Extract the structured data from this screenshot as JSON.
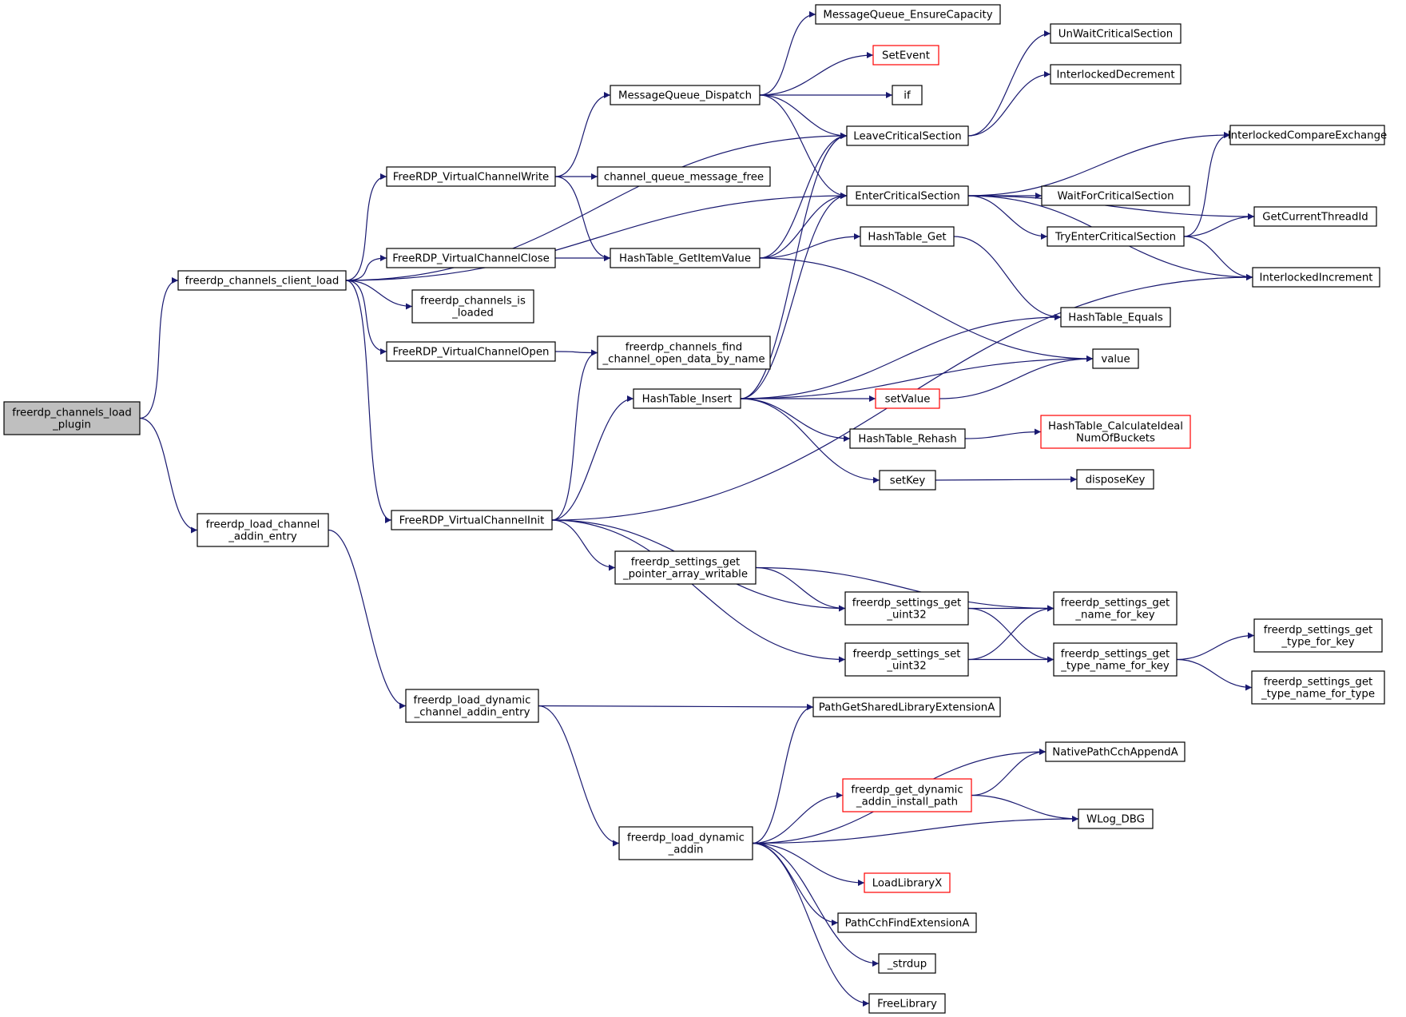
{
  "nodes": [
    {
      "id": "n1",
      "label": [
        "freerdp_channels_load",
        "_plugin"
      ],
      "style": "root"
    },
    {
      "id": "n2",
      "label": [
        "freerdp_channels_client_load"
      ],
      "style": "normal"
    },
    {
      "id": "n3",
      "label": [
        "freerdp_load_channel",
        "_addin_entry"
      ],
      "style": "normal"
    },
    {
      "id": "n4",
      "label": [
        "FreeRDP_VirtualChannelWrite"
      ],
      "style": "normal"
    },
    {
      "id": "n5",
      "label": [
        "FreeRDP_VirtualChannelClose"
      ],
      "style": "normal"
    },
    {
      "id": "n6",
      "label": [
        "freerdp_channels_is",
        "_loaded"
      ],
      "style": "normal"
    },
    {
      "id": "n7",
      "label": [
        "FreeRDP_VirtualChannelOpen"
      ],
      "style": "normal"
    },
    {
      "id": "n8",
      "label": [
        "FreeRDP_VirtualChannelInit"
      ],
      "style": "normal"
    },
    {
      "id": "n9",
      "label": [
        "freerdp_load_dynamic",
        "_channel_addin_entry"
      ],
      "style": "normal"
    },
    {
      "id": "n10",
      "label": [
        "MessageQueue_Dispatch"
      ],
      "style": "normal"
    },
    {
      "id": "n11",
      "label": [
        "channel_queue_message_free"
      ],
      "style": "normal"
    },
    {
      "id": "n12",
      "label": [
        "HashTable_GetItemValue"
      ],
      "style": "normal"
    },
    {
      "id": "n13",
      "label": [
        "freerdp_channels_find",
        "_channel_open_data_by_name"
      ],
      "style": "normal"
    },
    {
      "id": "n14",
      "label": [
        "HashTable_Insert"
      ],
      "style": "normal"
    },
    {
      "id": "n15",
      "label": [
        "freerdp_settings_get",
        "_pointer_array_writable"
      ],
      "style": "normal"
    },
    {
      "id": "n16",
      "label": [
        "freerdp_settings_get",
        "_uint32"
      ],
      "style": "normal"
    },
    {
      "id": "n17",
      "label": [
        "freerdp_settings_set",
        "_uint32"
      ],
      "style": "normal"
    },
    {
      "id": "n18",
      "label": [
        "PathGetSharedLibraryExtensionA"
      ],
      "style": "normal"
    },
    {
      "id": "n19",
      "label": [
        "freerdp_load_dynamic",
        "_addin"
      ],
      "style": "normal"
    },
    {
      "id": "n20",
      "label": [
        "MessageQueue_EnsureCapacity"
      ],
      "style": "normal"
    },
    {
      "id": "n21",
      "label": [
        "SetEvent"
      ],
      "style": "red"
    },
    {
      "id": "n22",
      "label": [
        "if"
      ],
      "style": "normal"
    },
    {
      "id": "n23",
      "label": [
        "LeaveCriticalSection"
      ],
      "style": "normal"
    },
    {
      "id": "n24",
      "label": [
        "EnterCriticalSection"
      ],
      "style": "normal"
    },
    {
      "id": "n25",
      "label": [
        "HashTable_Get"
      ],
      "style": "normal"
    },
    {
      "id": "n26",
      "label": [
        "setValue"
      ],
      "style": "red"
    },
    {
      "id": "n27",
      "label": [
        "HashTable_Rehash"
      ],
      "style": "normal"
    },
    {
      "id": "n28",
      "label": [
        "setKey"
      ],
      "style": "normal"
    },
    {
      "id": "n29",
      "label": [
        "freerdp_get_dynamic",
        "_addin_install_path"
      ],
      "style": "red"
    },
    {
      "id": "n30",
      "label": [
        "LoadLibraryX"
      ],
      "style": "red"
    },
    {
      "id": "n31",
      "label": [
        "PathCchFindExtensionA"
      ],
      "style": "normal"
    },
    {
      "id": "n32",
      "label": [
        "_strdup"
      ],
      "style": "normal"
    },
    {
      "id": "n33",
      "label": [
        "FreeLibrary"
      ],
      "style": "normal"
    },
    {
      "id": "n34",
      "label": [
        "UnWaitCriticalSection"
      ],
      "style": "normal"
    },
    {
      "id": "n35",
      "label": [
        "InterlockedDecrement"
      ],
      "style": "normal"
    },
    {
      "id": "n36",
      "label": [
        "WaitForCriticalSection"
      ],
      "style": "normal"
    },
    {
      "id": "n37",
      "label": [
        "TryEnterCriticalSection"
      ],
      "style": "normal"
    },
    {
      "id": "n38",
      "label": [
        "HashTable_Equals"
      ],
      "style": "normal"
    },
    {
      "id": "n39",
      "label": [
        "value"
      ],
      "style": "normal"
    },
    {
      "id": "n40",
      "label": [
        "HashTable_CalculateIdeal",
        "NumOfBuckets"
      ],
      "style": "red"
    },
    {
      "id": "n41",
      "label": [
        "disposeKey"
      ],
      "style": "normal"
    },
    {
      "id": "n42",
      "label": [
        "freerdp_settings_get",
        "_name_for_key"
      ],
      "style": "normal"
    },
    {
      "id": "n43",
      "label": [
        "freerdp_settings_get",
        "_type_name_for_key"
      ],
      "style": "normal"
    },
    {
      "id": "n44",
      "label": [
        "NativePathCchAppendA"
      ],
      "style": "normal"
    },
    {
      "id": "n45",
      "label": [
        "WLog_DBG"
      ],
      "style": "normal"
    },
    {
      "id": "n46",
      "label": [
        "InterlockedCompareExchange"
      ],
      "style": "normal"
    },
    {
      "id": "n47",
      "label": [
        "GetCurrentThreadId"
      ],
      "style": "normal"
    },
    {
      "id": "n48",
      "label": [
        "InterlockedIncrement"
      ],
      "style": "normal"
    },
    {
      "id": "n49",
      "label": [
        "freerdp_settings_get",
        "_type_for_key"
      ],
      "style": "normal"
    },
    {
      "id": "n50",
      "label": [
        "freerdp_settings_get",
        "_type_name_for_type"
      ],
      "style": "normal"
    }
  ],
  "edges": [
    [
      "n1",
      "n2"
    ],
    [
      "n1",
      "n3"
    ],
    [
      "n2",
      "n4"
    ],
    [
      "n2",
      "n5"
    ],
    [
      "n2",
      "n6"
    ],
    [
      "n2",
      "n7"
    ],
    [
      "n2",
      "n8"
    ],
    [
      "n2",
      "n23"
    ],
    [
      "n2",
      "n24"
    ],
    [
      "n3",
      "n9"
    ],
    [
      "n4",
      "n10"
    ],
    [
      "n4",
      "n11"
    ],
    [
      "n4",
      "n12"
    ],
    [
      "n5",
      "n12"
    ],
    [
      "n7",
      "n13"
    ],
    [
      "n8",
      "n13"
    ],
    [
      "n8",
      "n14"
    ],
    [
      "n8",
      "n15"
    ],
    [
      "n8",
      "n16"
    ],
    [
      "n8",
      "n17"
    ],
    [
      "n8",
      "n48"
    ],
    [
      "n9",
      "n18"
    ],
    [
      "n9",
      "n19"
    ],
    [
      "n10",
      "n20"
    ],
    [
      "n10",
      "n21"
    ],
    [
      "n10",
      "n22"
    ],
    [
      "n10",
      "n23"
    ],
    [
      "n10",
      "n24"
    ],
    [
      "n12",
      "n23"
    ],
    [
      "n12",
      "n24"
    ],
    [
      "n12",
      "n25"
    ],
    [
      "n12",
      "n39"
    ],
    [
      "n14",
      "n23"
    ],
    [
      "n14",
      "n24"
    ],
    [
      "n14",
      "n38"
    ],
    [
      "n14",
      "n39"
    ],
    [
      "n14",
      "n26"
    ],
    [
      "n14",
      "n27"
    ],
    [
      "n14",
      "n28"
    ],
    [
      "n15",
      "n16"
    ],
    [
      "n15",
      "n42"
    ],
    [
      "n16",
      "n42"
    ],
    [
      "n16",
      "n43"
    ],
    [
      "n17",
      "n42"
    ],
    [
      "n17",
      "n43"
    ],
    [
      "n19",
      "n18"
    ],
    [
      "n19",
      "n44"
    ],
    [
      "n19",
      "n29"
    ],
    [
      "n19",
      "n45"
    ],
    [
      "n19",
      "n30"
    ],
    [
      "n19",
      "n31"
    ],
    [
      "n19",
      "n32"
    ],
    [
      "n19",
      "n33"
    ],
    [
      "n23",
      "n34"
    ],
    [
      "n23",
      "n35"
    ],
    [
      "n24",
      "n46"
    ],
    [
      "n24",
      "n47"
    ],
    [
      "n24",
      "n36"
    ],
    [
      "n24",
      "n37"
    ],
    [
      "n24",
      "n48"
    ],
    [
      "n25",
      "n38"
    ],
    [
      "n26",
      "n39"
    ],
    [
      "n27",
      "n40"
    ],
    [
      "n28",
      "n41"
    ],
    [
      "n29",
      "n44"
    ],
    [
      "n29",
      "n45"
    ],
    [
      "n37",
      "n46"
    ],
    [
      "n37",
      "n47"
    ],
    [
      "n37",
      "n48"
    ],
    [
      "n43",
      "n49"
    ],
    [
      "n43",
      "n50"
    ]
  ]
}
